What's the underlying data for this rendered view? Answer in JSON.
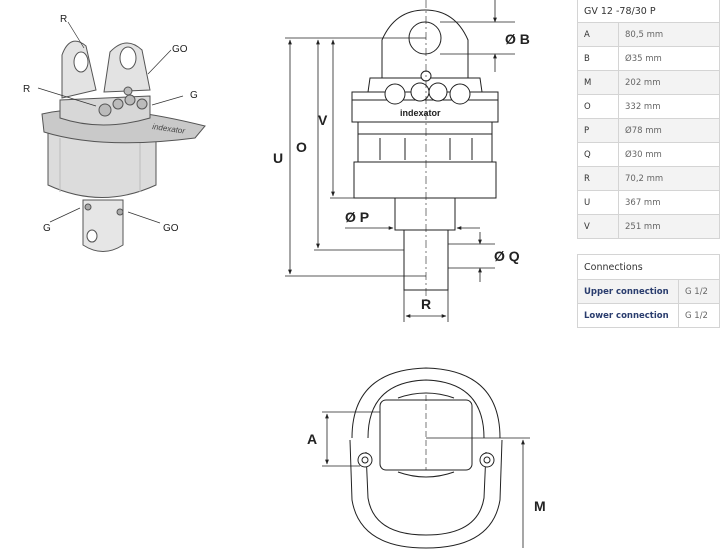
{
  "specs": {
    "title": "GV 12 -78/30 P",
    "rows": [
      {
        "key": "A",
        "value": "80,5 mm"
      },
      {
        "key": "B",
        "value": "Ø35 mm"
      },
      {
        "key": "M",
        "value": "202 mm"
      },
      {
        "key": "O",
        "value": "332 mm"
      },
      {
        "key": "P",
        "value": "Ø78 mm"
      },
      {
        "key": "Q",
        "value": "Ø30 mm"
      },
      {
        "key": "R",
        "value": "70,2 mm"
      },
      {
        "key": "U",
        "value": "367 mm"
      },
      {
        "key": "V",
        "value": "251 mm"
      }
    ]
  },
  "connections": {
    "title": "Connections",
    "rows": [
      {
        "key": "Upper connection",
        "value": "G 1/2"
      },
      {
        "key": "Lower connection",
        "value": "G 1/2"
      }
    ]
  },
  "iso_labels": {
    "r_top": "R",
    "go_top": "GO",
    "r_left": "R",
    "g_right": "G",
    "g_bottom": "G",
    "go_bottom": "GO"
  },
  "iso_brand": "indexator",
  "side_labels": {
    "b": "Ø B",
    "u": "U",
    "o": "O",
    "v": "V",
    "p": "Ø P",
    "q": "Ø Q",
    "r": "R"
  },
  "side_brand": "indexator",
  "bottom_labels": {
    "a": "A",
    "m": "M"
  }
}
